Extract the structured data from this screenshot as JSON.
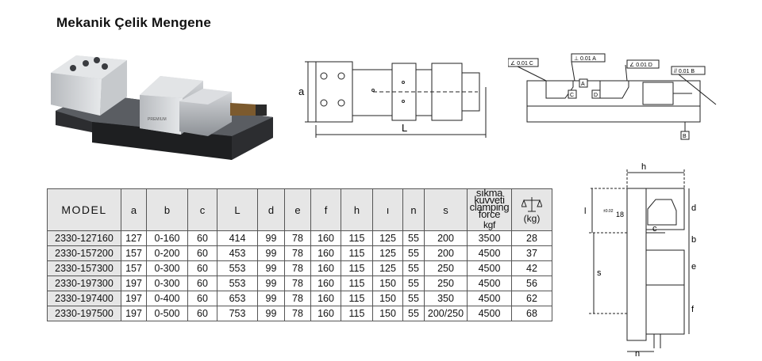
{
  "title": "Mekanik Çelik Mengene",
  "table": {
    "headers": [
      "MODEL",
      "a",
      "b",
      "c",
      "L",
      "d",
      "e",
      "f",
      "h",
      "ı",
      "n",
      "s"
    ],
    "force_header": {
      "line1": "sıkma kuvveti",
      "line2": "clamping force",
      "unit": "kgf"
    },
    "weight_header": "(kg)",
    "rows": [
      [
        "2330-127160",
        "127",
        "0-160",
        "60",
        "414",
        "99",
        "78",
        "160",
        "115",
        "125",
        "55",
        "200",
        "3500",
        "28"
      ],
      [
        "2330-157200",
        "157",
        "0-200",
        "60",
        "453",
        "99",
        "78",
        "160",
        "115",
        "125",
        "55",
        "200",
        "4500",
        "37"
      ],
      [
        "2330-157300",
        "157",
        "0-300",
        "60",
        "553",
        "99",
        "78",
        "160",
        "115",
        "125",
        "55",
        "250",
        "4500",
        "42"
      ],
      [
        "2330-197300",
        "197",
        "0-300",
        "60",
        "553",
        "99",
        "78",
        "160",
        "115",
        "150",
        "55",
        "250",
        "4500",
        "56"
      ],
      [
        "2330-197400",
        "197",
        "0-400",
        "60",
        "653",
        "99",
        "78",
        "160",
        "115",
        "150",
        "55",
        "350",
        "4500",
        "62"
      ],
      [
        "2330-197500",
        "197",
        "0-500",
        "60",
        "753",
        "99",
        "78",
        "160",
        "115",
        "150",
        "55",
        "200/250",
        "4500",
        "68"
      ]
    ]
  },
  "top_view": {
    "dim_a": "a",
    "dim_L": "L"
  },
  "tolerance_view": {
    "frame1": "∠ 0.01 C",
    "frame2": "⊥ 0.01 A",
    "frame3": "∠ 0.01 D",
    "frame4": "// 0.01 B",
    "datum_A": "A",
    "datum_B": "B",
    "datum_C": "C",
    "datum_D": "D"
  },
  "side_view": {
    "dim_h": "h",
    "dim_l": "l",
    "dim_018": "±0.02",
    "dim_18": "18",
    "dim_c": "c",
    "dim_d": "d",
    "dim_b": "b",
    "dim_e": "e",
    "dim_s": "s",
    "dim_f": "f",
    "dim_n": "n"
  },
  "colors": {
    "table_header_bg": "#e6e6e6",
    "line": "#222222",
    "steel": "#a9acb0"
  }
}
